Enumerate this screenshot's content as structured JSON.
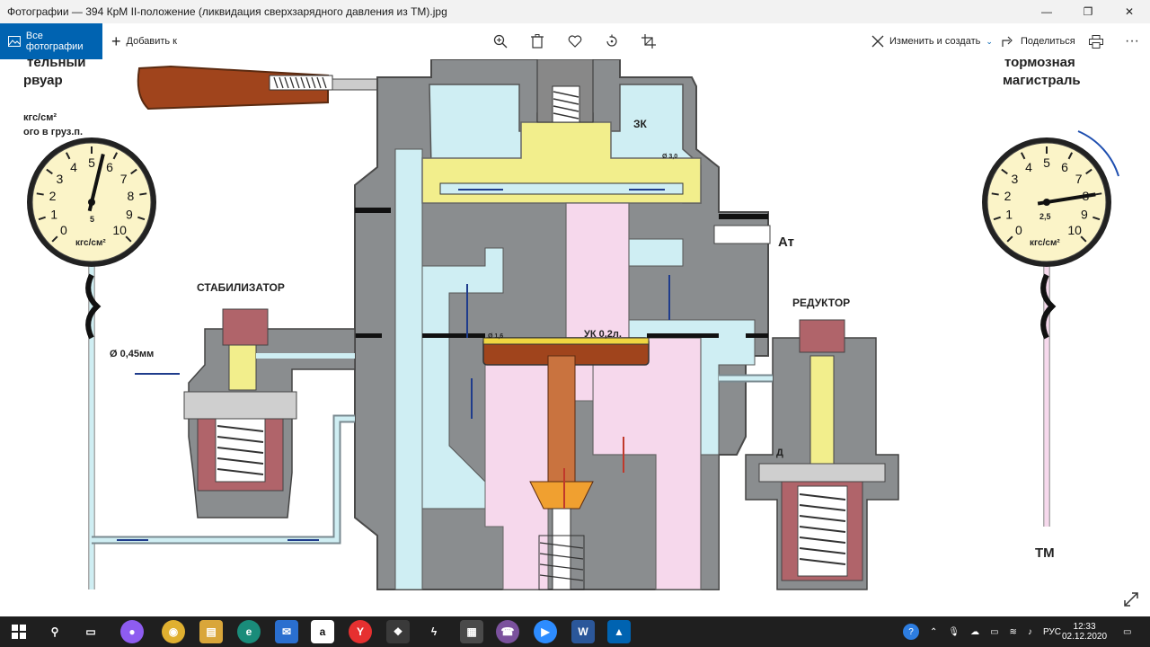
{
  "window": {
    "title": "Фотографии — 394 КрМ II-положение (ликвидация сверхзарядного давления из ТМ).jpg",
    "minimize": "—",
    "maximize": "❐",
    "close": "✕"
  },
  "toolbar": {
    "all_photos": "Все фотографии",
    "add": "Добавить к",
    "edit_create": "Изменить и создать",
    "share": "Поделиться",
    "icons": [
      "zoom-icon",
      "delete-icon",
      "heart-icon",
      "rotate-icon",
      "crop-icon",
      "print-icon",
      "more-icon"
    ]
  },
  "diagram": {
    "left_header_1": "тельный",
    "left_header_2": "рвуар",
    "left_unit": "кгс/см²",
    "left_sub": "ого в груз.п.",
    "right_header_1": "тормозная",
    "right_header_2": "магистраль",
    "gauge_unit": "кгс/см²",
    "gauge_ticks": [
      "0",
      "1",
      "2",
      "3",
      "4",
      "5",
      "6",
      "7",
      "8",
      "9",
      "10"
    ],
    "left_gauge_value": 5.5,
    "left_gauge_mid": "5",
    "right_gauge_value": 8,
    "right_gauge_mid": "2,5",
    "stabilizer": "СТАБИЛИЗАТОР",
    "reducer": "РЕДУКТОР",
    "orifice": "Ø 0,45мм",
    "zk": "ЗК",
    "d30": "Ø 3,0",
    "d16": "Ø 1,6",
    "uk": "УК 0,2л.",
    "at": "Ат",
    "d": "Д",
    "tm": "ТМ"
  },
  "taskbar": {
    "lang": "РУС",
    "time": "12:33",
    "date": "02.12.2020"
  }
}
